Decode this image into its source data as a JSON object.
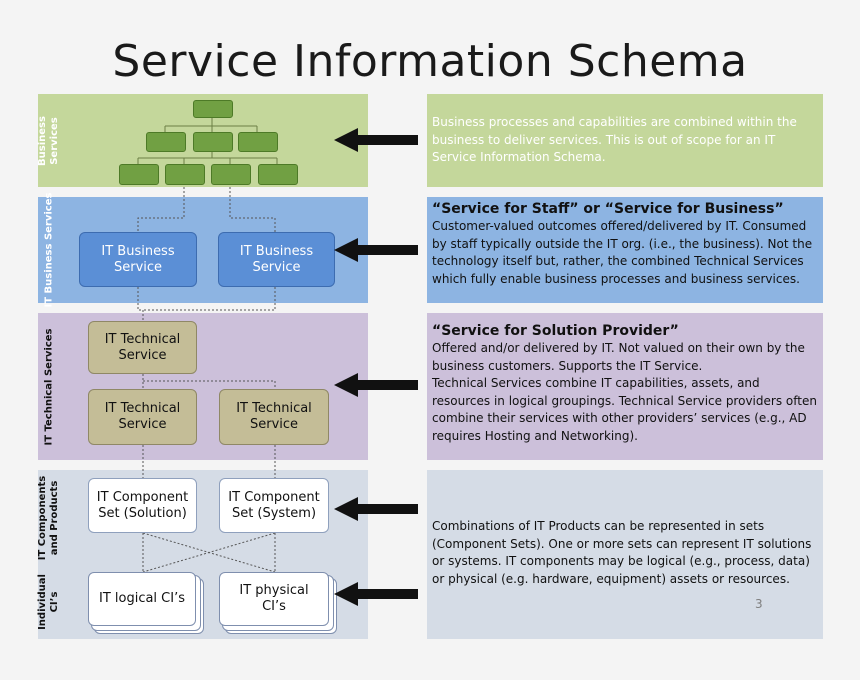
{
  "title": "Service Information Schema",
  "layers": [
    {
      "label": "Business\nServices",
      "color": "#c4d79b"
    },
    {
      "label": "IT Business Services",
      "color": "#8db4e2"
    },
    {
      "label": "IT Technical Services",
      "color": "#ccc0da"
    },
    {
      "label": "IT Components\nand Products",
      "color": "#d5dce6"
    },
    {
      "label": "Individual\nCI’s",
      "color": "#d5dce6"
    }
  ],
  "boxes": {
    "it_business_1": "IT Business\nService",
    "it_business_2": "IT Business\nService",
    "tech_top": "IT Technical\nService",
    "tech_left": "IT Technical\nService",
    "tech_right": "IT Technical\nService",
    "component_solution": "IT Component\nSet (Solution)",
    "component_system": "IT Component\nSet (System)",
    "logical_ci": "IT logical CI’s",
    "physical_ci": "IT physical\nCI’s"
  },
  "descriptions": {
    "business": "Business processes and capabilities are combined within the business to deliver services. This is out of scope for an IT Service Information Schema.",
    "staff_heading": "“Service for Staff” or “Service for Business”",
    "staff_body": "Customer-valued outcomes offered/delivered by IT.  Consumed by staff typically outside the IT org. (i.e., the business).  Not the technology itself but, rather, the combined Technical Services which fully enable business processes and business services.",
    "solution_heading": "“Service for Solution Provider”",
    "solution_body": "Offered and/or delivered by IT.  Not valued on their own by the business customers. Supports the IT Service.\nTechnical Services combine IT capabilities, assets, and resources in logical groupings.  Technical Service providers often combine their services with other providers’ services (e.g., AD requires Hosting and Networking).",
    "components": "Combinations of IT Products can be represented in sets (Component Sets). One or more sets can represent IT solutions or systems. IT components may be logical (e.g., process, data) or physical (e.g. hardware, equipment) assets or resources."
  },
  "page_number": "3",
  "colors": {
    "business_green": "#c4d79b",
    "business_text": "#ffffff",
    "it_business_blue": "#8db4e2",
    "box_blue": "#5b8fd6",
    "technical_purple": "#ccc0da",
    "box_tan": "#c4bd97",
    "component_gray": "#d5dce6"
  }
}
